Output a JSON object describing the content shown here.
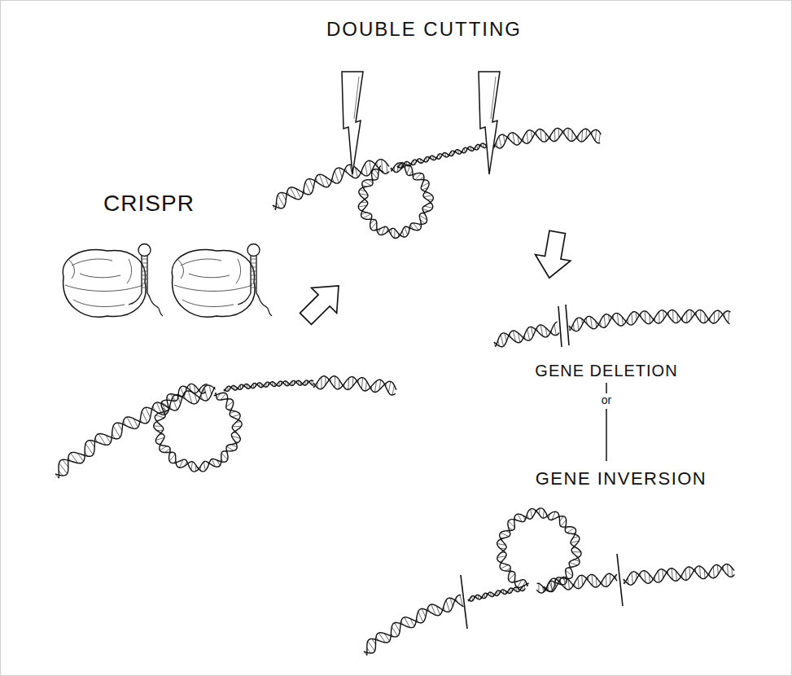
{
  "diagram": {
    "labels": [
      "DOUBLE CUTTING",
      "CRISPR",
      "GENE DELETION",
      "or",
      "GENE INVERSION"
    ]
  }
}
